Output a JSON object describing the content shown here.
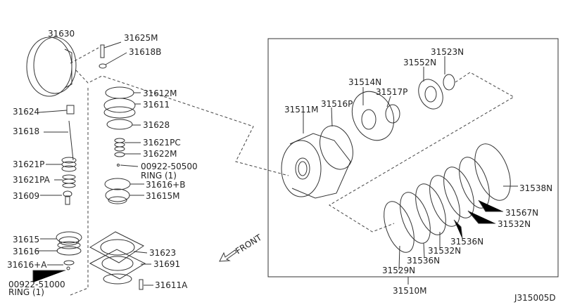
{
  "diagram": {
    "code": "J315005D",
    "front_label": "FRONT",
    "assembly_label": "31510M",
    "part_labels": [
      "31630",
      "31625M",
      "31618B",
      "31612M",
      "31611",
      "31624",
      "31628",
      "31618",
      "31621PC",
      "31622M",
      "31621P",
      "00922-50500",
      "RING (1)",
      "31621PA",
      "31616+B",
      "31609",
      "31615M",
      "31615",
      "31616",
      "31623",
      "31616+A",
      "31691",
      "00922-51000",
      "RING (1)",
      "31611A",
      "31511M",
      "31516P",
      "31514N",
      "31517P",
      "31552N",
      "31523N",
      "31538N",
      "31567N",
      "31532N",
      "31536N",
      "31532N",
      "31536N",
      "31529N"
    ]
  }
}
